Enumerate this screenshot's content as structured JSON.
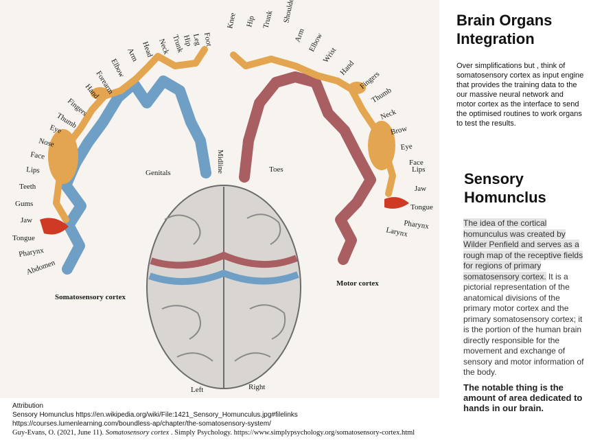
{
  "sidebar": {
    "title": "Brain Organs Integration",
    "intro": "Over simplifications but , think of somatosensory cortex as  input engine that provides the training data to the our massive neural network and motor cortex as the interface to send the optimised routines to work organs to test the results.",
    "section_title": "Sensory Homunclus",
    "description_highlight": "The idea of the cortical homunculus was created by Wilder Penfield and serves as a rough map of the receptive fields for regions of primary somatosensory cortex.",
    "description_rest": " It is a pictorial representation of the anatomical divisions of the primary motor cortex and the primary somatosensory cortex; it is the portion of the human brain directly responsible for the movement and exchange of sensory and motor information of the body.",
    "note": "The notable thing is the amount of area dedicated to hands in our brain."
  },
  "figure": {
    "sensory_labels": [
      "Genitals",
      "Toes",
      "Foot",
      "Leg",
      "Hip",
      "Trunk",
      "Neck",
      "Head",
      "Arm",
      "Elbow",
      "Forearm",
      "Hand",
      "Fingers",
      "Thumb",
      "Eye",
      "Nose",
      "Face",
      "Lips",
      "Teeth",
      "Gums",
      "Jaw",
      "Tongue",
      "Pharynx",
      "Abdomen"
    ],
    "motor_labels": [
      "Knee",
      "Hip",
      "Trunk",
      "Shoulder",
      "Arm",
      "Elbow",
      "Wrist",
      "Hand",
      "Fingers",
      "Thumb",
      "Neck",
      "Brow",
      "Eye",
      "Face",
      "Lips",
      "Jaw",
      "Tongue",
      "Pharynx",
      "Larynx"
    ],
    "midline": "Midline",
    "sensory_caption": "Somatosensory cortex",
    "motor_caption": "Motor cortex",
    "left": "Left",
    "right": "Right",
    "colors": {
      "sensory": "#6f9fc4",
      "motor": "#a95e62",
      "body": "#e3a54f",
      "tongue": "#cf3a25"
    }
  },
  "attribution": {
    "heading": "Attribution",
    "line1": "Sensory Homunclus  https://en.wikipedia.org/wiki/File:1421_Sensory_Homunculus.jpg#filelinks",
    "line2": "https://courses.lumenlearning.com/boundless-ap/chapter/the-somatosensory-system/",
    "line3_author": "Guy-Evans, O. (2021, June 11). ",
    "line3_title": "Somatosensory cortex",
    "line3_rest": " . Simply Psychology. https://www.simplypsychology.org/somatosensory-cortex.html"
  }
}
